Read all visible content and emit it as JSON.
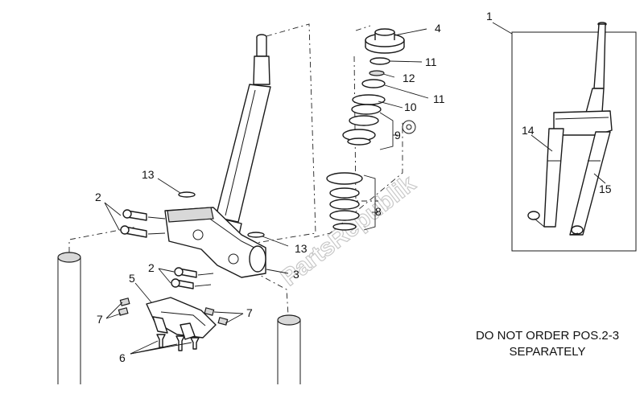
{
  "callouts": {
    "c1": "1",
    "c2a": "2",
    "c2b": "2",
    "c3": "3",
    "c4": "4",
    "c5": "5",
    "c6": "6",
    "c7a": "7",
    "c7b": "7",
    "c8": "8",
    "c9": "9",
    "c10": "10",
    "c11a": "11",
    "c11b": "11",
    "c12": "12",
    "c13a": "13",
    "c13b": "13",
    "c14": "14",
    "c15": "15"
  },
  "note": {
    "line1": "DO NOT ORDER POS.2-3",
    "line2": "SEPARATELY"
  },
  "watermark": "PartsRepublik"
}
